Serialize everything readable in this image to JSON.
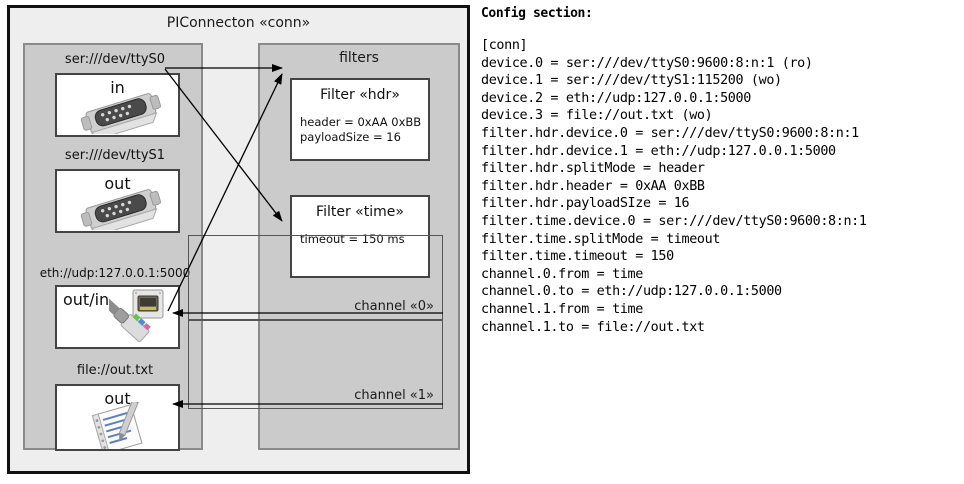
{
  "diagram": {
    "title": "PIConnecton «conn»",
    "groups": {
      "devices_title": "",
      "filters_title": "filters"
    },
    "devices": [
      {
        "label": "ser:///dev/ttyS0",
        "direction": "in",
        "icon": "serial-port-icon",
        "name": "device-card-ttyS0"
      },
      {
        "label": "ser:///dev/ttyS1",
        "direction": "out",
        "icon": "serial-port-icon",
        "name": "device-card-ttyS1"
      },
      {
        "label": "eth://udp:127.0.0.1:5000",
        "direction": "out/in",
        "icon": "ethernet-port-icon",
        "name": "device-card-eth"
      },
      {
        "label": "file://out.txt",
        "direction": "out",
        "icon": "text-file-icon",
        "name": "device-card-file"
      }
    ],
    "filters": [
      {
        "title": "Filter «hdr»",
        "props": [
          "header = 0xAA 0xBB",
          "payloadSize = 16"
        ]
      },
      {
        "title": "Filter «time»",
        "props": [
          "timeout = 150 ms"
        ]
      }
    ],
    "channels": [
      {
        "label": "channel «0»"
      },
      {
        "label": "channel «1»"
      }
    ],
    "colors": {
      "frame_border": "#111111",
      "frame_fill": "#eeeeee",
      "group_fill": "#cbcbcb",
      "group_border": "#8a8a8a",
      "card_fill": "#ffffff",
      "card_border": "#444444",
      "arrow": "#000000"
    }
  },
  "config": {
    "heading": "Config section:",
    "lines": [
      "[conn]",
      "device.0 = ser:///dev/ttyS0:9600:8:n:1 (ro)",
      "device.1 = ser:///dev/ttyS1:115200 (wo)",
      "device.2 = eth://udp:127.0.0.1:5000",
      "device.3 = file://out.txt (wo)",
      "filter.hdr.device.0 = ser:///dev/ttyS0:9600:8:n:1",
      "filter.hdr.device.1 = eth://udp:127.0.0.1:5000",
      "filter.hdr.splitMode = header",
      "filter.hdr.header = 0xAA 0xBB",
      "filter.hdr.payloadSIze = 16",
      "filter.time.device.0 = ser:///dev/ttyS0:9600:8:n:1",
      "filter.time.splitMode = timeout",
      "filter.time.timeout = 150",
      "channel.0.from = time",
      "channel.0.to = eth://udp:127.0.0.1:5000",
      "channel.1.from = time",
      "channel.1.to = file://out.txt"
    ],
    "text": "[conn]\ndevice.0 = ser:///dev/ttyS0:9600:8:n:1 (ro)\ndevice.1 = ser:///dev/ttyS1:115200 (wo)\ndevice.2 = eth://udp:127.0.0.1:5000\ndevice.3 = file://out.txt (wo)\nfilter.hdr.device.0 = ser:///dev/ttyS0:9600:8:n:1\nfilter.hdr.device.1 = eth://udp:127.0.0.1:5000\nfilter.hdr.splitMode = header\nfilter.hdr.header = 0xAA 0xBB\nfilter.hdr.payloadSIze = 16\nfilter.time.device.0 = ser:///dev/ttyS0:9600:8:n:1\nfilter.time.splitMode = timeout\nfilter.time.timeout = 150\nchannel.0.from = time\nchannel.0.to = eth://udp:127.0.0.1:5000\nchannel.1.from = time\nchannel.1.to = file://out.txt"
  }
}
